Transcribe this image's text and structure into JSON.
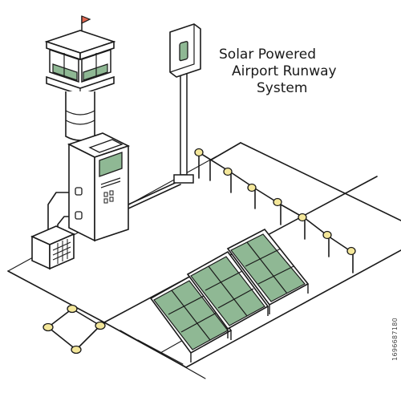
{
  "title": {
    "line1": "Solar Powered",
    "line2": "Airport Runway",
    "line3": "System"
  },
  "side_id": "1696687180",
  "colors": {
    "panel_green": "#8fb894",
    "panel_green_light": "#a9cba9",
    "light_yellow": "#f4e79a",
    "flag_red": "#e0664f",
    "outline": "#1a1a1a",
    "background": "#ffffff"
  }
}
